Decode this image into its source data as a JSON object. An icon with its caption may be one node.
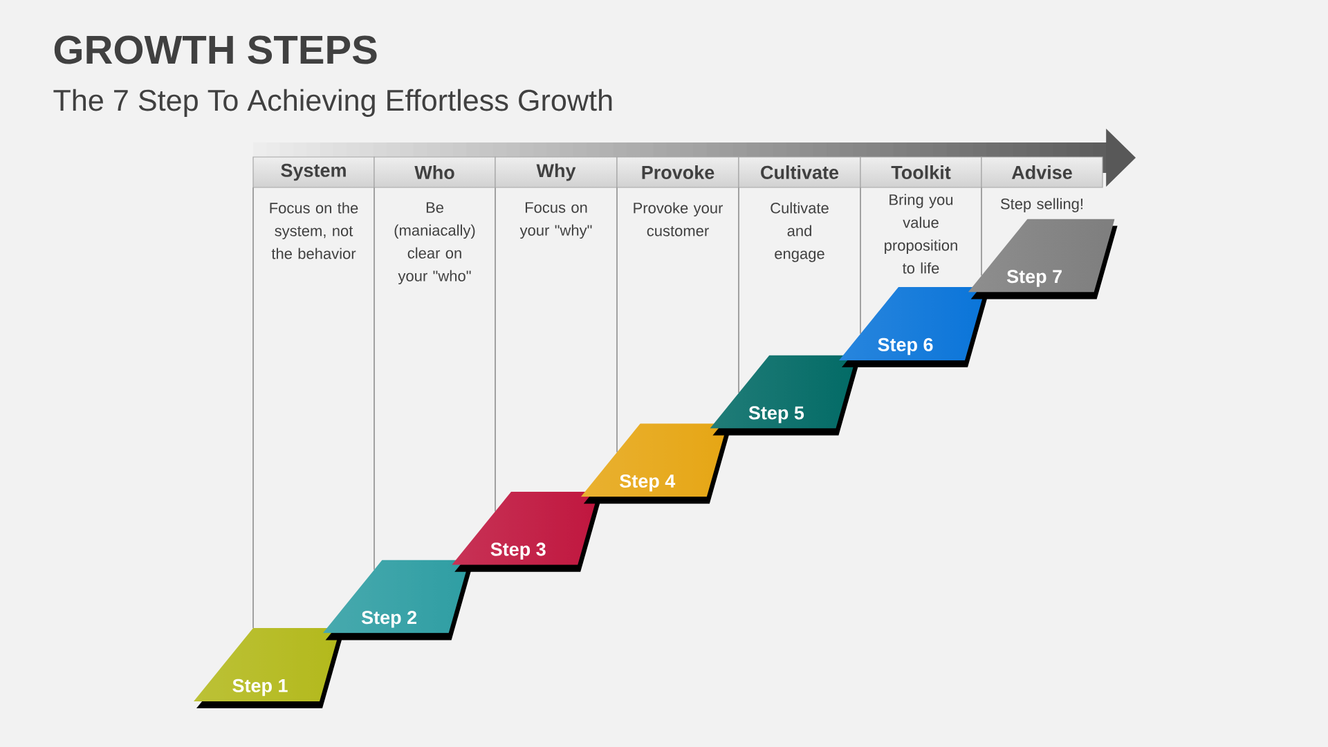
{
  "diagram": {
    "title": "GROWTH STEPS",
    "nodes": [
      {
        "text": [
          "System",
          "Focus on the system, not the behavior"
        ]
      },
      {
        "text": [
          "Who",
          "Be (maniacally) clear on your \"who\""
        ]
      },
      {
        "text": [
          "Why",
          "Focus on your \"why\""
        ]
      },
      {
        "text": [
          "Provoke",
          "Provoke your customer"
        ]
      },
      {
        "text": [
          "Cultivate",
          "Cultivate and engage"
        ]
      },
      {
        "text": [
          "Toolkit",
          "Bring you value proposition to life"
        ]
      },
      {
        "text": [
          "Advise",
          "Step selling!"
        ]
      },
      {
        "text": [
          "Step 1"
        ]
      },
      {
        "text": [
          "Step 2"
        ]
      },
      {
        "text": [
          "Step 3"
        ]
      },
      {
        "text": [
          "Step 4"
        ]
      },
      {
        "text": [
          "Step 5"
        ]
      },
      {
        "text": [
          "Step 6"
        ]
      },
      {
        "text": [
          "Step 7"
        ]
      }
    ],
    "labels": [
      "The 7 Step To Achieving Effortless Growth"
    ]
  }
}
